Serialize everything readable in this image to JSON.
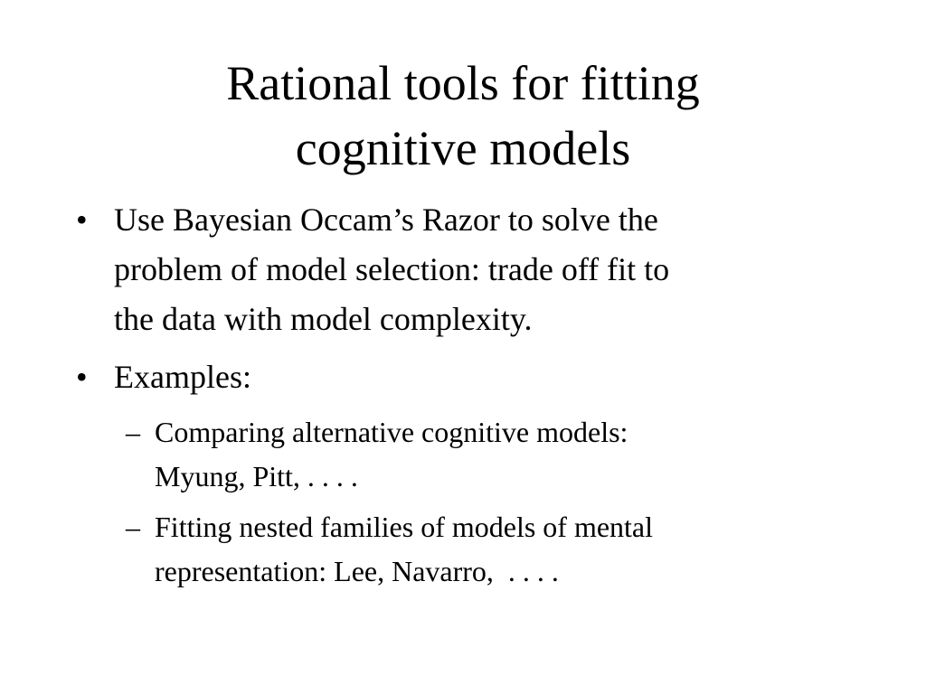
{
  "slide": {
    "title_lines": [
      "Rational tools for fitting",
      "cognitive models"
    ],
    "bullet_glyph": "•",
    "dash_glyph": "–",
    "bullets": [
      {
        "lines": [
          "Use Bayesian Occam’s Razor to solve the",
          "problem of model selection: trade off fit to",
          "the data with model complexity."
        ]
      },
      {
        "lines": [
          "Examples:"
        ],
        "subitems": [
          {
            "lines": [
              "Comparing alternative cognitive models:",
              "Myung, Pitt, . . . ."
            ]
          },
          {
            "lines": [
              "Fitting nested families of models of mental",
              "representation: Lee, Navarro,  . . . ."
            ]
          }
        ]
      }
    ]
  }
}
